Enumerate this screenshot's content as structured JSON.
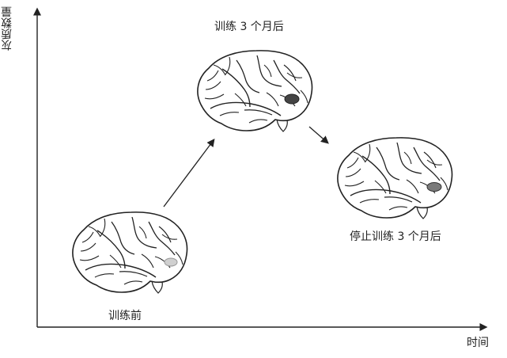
{
  "axes": {
    "y_label": "灰质数量",
    "x_label": "时间"
  },
  "stages": [
    {
      "label": "训练前",
      "highlight_color": "#d0d0d0"
    },
    {
      "label": "训练 3 个月后",
      "highlight_color": "#444444"
    },
    {
      "label": "停止训练 3 个月后",
      "highlight_color": "#7a7a7a"
    }
  ],
  "colors": {
    "line": "#222222",
    "brain_fill": "#ffffff"
  }
}
